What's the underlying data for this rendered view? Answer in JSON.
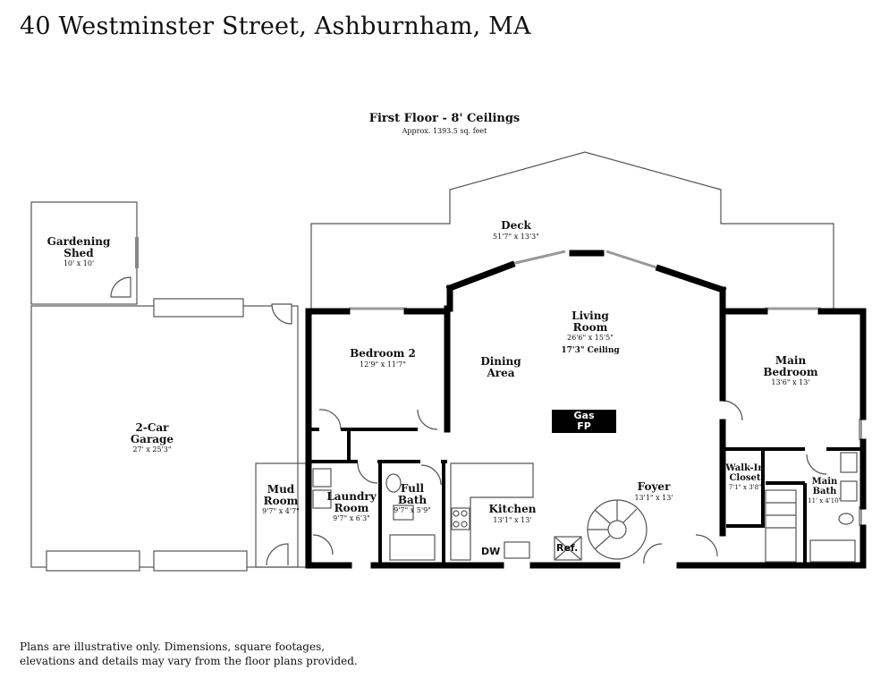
{
  "header": {
    "address": "40 Westminster Street, Ashburnham, MA"
  },
  "floor": {
    "title": "First Floor - 8' Ceilings",
    "area": "Approx. 1393.5 sq. feet"
  },
  "rooms": [
    {
      "id": "deck",
      "name": "Deck",
      "dim": "51'7\" x 13'3\""
    },
    {
      "id": "shed",
      "name": "Gardening Shed",
      "dim": "10' x 10'"
    },
    {
      "id": "garage",
      "name": "2-Car Garage",
      "dim": "27' x 25'3\""
    },
    {
      "id": "bedroom2",
      "name": "Bedroom 2",
      "dim": "12'9\" x 11'7\""
    },
    {
      "id": "dining",
      "name": "Dining Area",
      "dim": ""
    },
    {
      "id": "living",
      "name": "Living Room",
      "dim": "26'6\" x 15'5\"",
      "note": "17'3\" Ceiling"
    },
    {
      "id": "mainbed",
      "name": "Main Bedroom",
      "dim": "13'6\" x 13'"
    },
    {
      "id": "walkin",
      "name": "Walk-In Closet",
      "dim": "7'1\" x 3'8\""
    },
    {
      "id": "mainbath",
      "name": "Main Bath",
      "dim": "11' x 4'10\""
    },
    {
      "id": "mud",
      "name": "Mud Room",
      "dim": "9'7\" x 4'7\""
    },
    {
      "id": "laundry",
      "name": "Laundry Room",
      "dim": "9'7\" x 6'3\""
    },
    {
      "id": "fullbath",
      "name": "Full Bath",
      "dim": "9'7\" x 5'9\""
    },
    {
      "id": "kitchen",
      "name": "Kitchen",
      "dim": "13'1\" x 13'"
    },
    {
      "id": "foyer",
      "name": "Foyer",
      "dim": "13'1\" x 13'"
    }
  ],
  "fixtures": {
    "fireplace": "Gas FP",
    "dishwasher": "DW",
    "refrigerator": "Ref."
  },
  "footer": {
    "disclaimer": "Plans are illustrative only. Dimensions, square footages, elevations and details may vary from the floor plans provided."
  }
}
